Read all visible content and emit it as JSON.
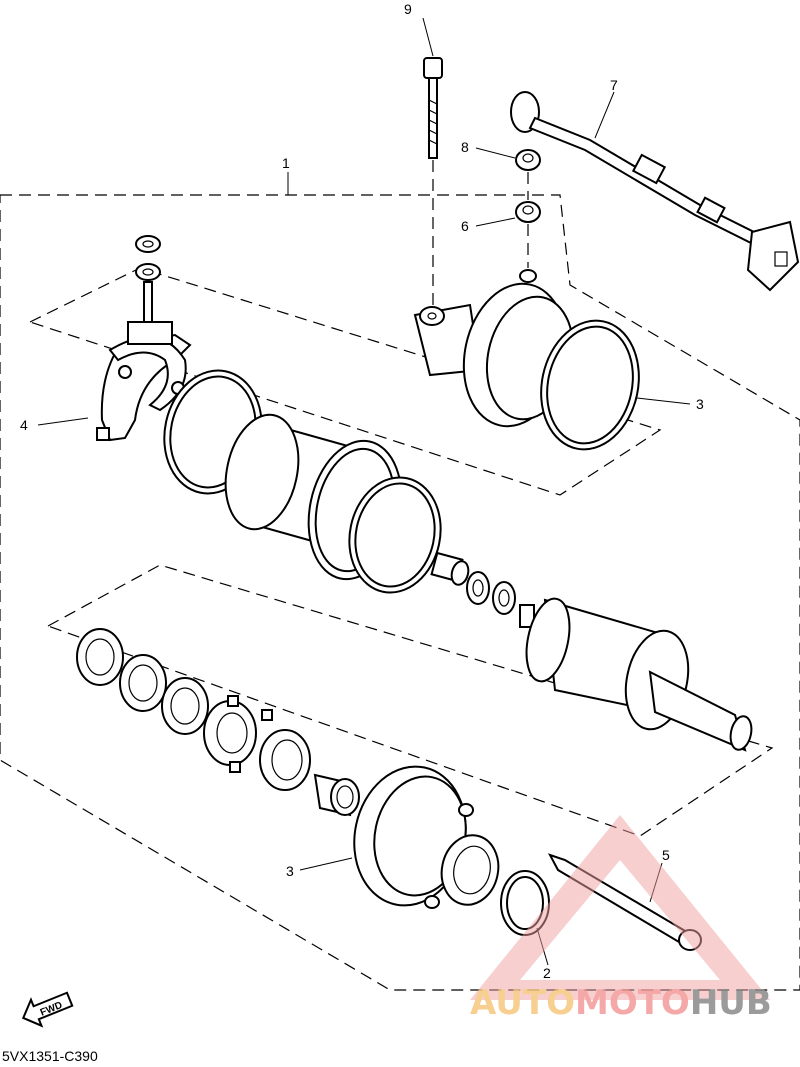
{
  "diagram_ref": "5VX1351-C390",
  "fwd_label": "FWD",
  "callouts": {
    "c1": "1",
    "c2": "2",
    "c3_upper": "3",
    "c3_lower": "3",
    "c4": "4",
    "c5": "5",
    "c6": "6",
    "c7": "7",
    "c8": "8",
    "c9": "9"
  },
  "watermark": {
    "part1": "AUTO",
    "part2": "MOTO",
    "part3": "HUB",
    "colors": {
      "auto": "#f5c77e",
      "moto": "#f39a9a",
      "hub": "#8a8a8a",
      "triangle": "#f0a0a0"
    }
  }
}
